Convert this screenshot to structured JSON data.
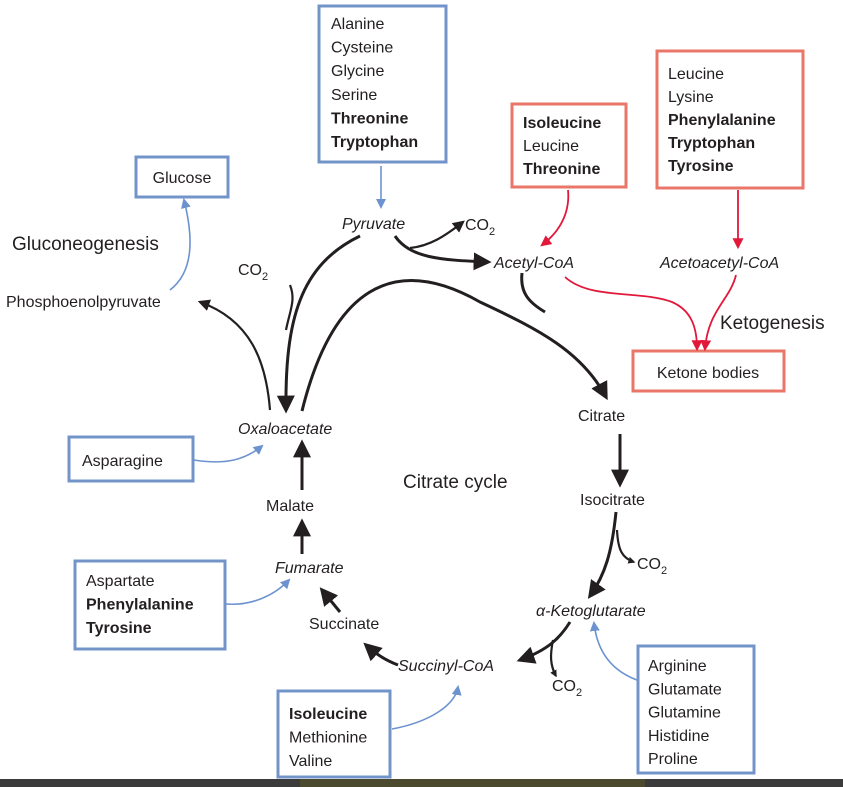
{
  "metabolites": {
    "glucose": "Glucose",
    "gluconeogenesis": "Gluconeogenesis",
    "pep": "Phosphoenolpyruvate",
    "pyruvate": "Pyruvate",
    "acetyl_coa": "Acetyl-CoA",
    "acetoacetyl_coa": "Acetoacetyl-CoA",
    "ketogenesis": "Ketogenesis",
    "ketone_bodies": "Ketone bodies",
    "oxaloacetate": "Oxaloacetate",
    "citrate": "Citrate",
    "citrate_cycle": "Citrate cycle",
    "isocitrate": "Isocitrate",
    "alpha_ketoglutarate": "α-Ketoglutarate",
    "succinyl_coa": "Succinyl-CoA",
    "succinate": "Succinate",
    "fumarate": "Fumarate",
    "malate": "Malate"
  },
  "co2": {
    "base": "CO",
    "sub": "2"
  },
  "amino_acid_groups": {
    "to_pyruvate": [
      {
        "name": "Alanine",
        "bold": false
      },
      {
        "name": "Cysteine",
        "bold": false
      },
      {
        "name": "Glycine",
        "bold": false
      },
      {
        "name": "Serine",
        "bold": false
      },
      {
        "name": "Threonine",
        "bold": true
      },
      {
        "name": "Tryptophan",
        "bold": true
      }
    ],
    "to_acetyl_coa": [
      {
        "name": "Isoleucine",
        "bold": true
      },
      {
        "name": "Leucine",
        "bold": false
      },
      {
        "name": "Threonine",
        "bold": true
      }
    ],
    "to_acetoacetyl_coa": [
      {
        "name": "Leucine",
        "bold": false
      },
      {
        "name": "Lysine",
        "bold": false
      },
      {
        "name": "Phenylalanine",
        "bold": true
      },
      {
        "name": "Tryptophan",
        "bold": true
      },
      {
        "name": "Tyrosine",
        "bold": true
      }
    ],
    "to_oxaloacetate": [
      {
        "name": "Asparagine",
        "bold": false
      }
    ],
    "to_fumarate": [
      {
        "name": "Aspartate",
        "bold": false
      },
      {
        "name": "Phenylalanine",
        "bold": true
      },
      {
        "name": "Tyrosine",
        "bold": true
      }
    ],
    "to_succinyl_coa": [
      {
        "name": "Isoleucine",
        "bold": true
      },
      {
        "name": "Methionine",
        "bold": false
      },
      {
        "name": "Valine",
        "bold": false
      }
    ],
    "to_alpha_ketoglutarate": [
      {
        "name": "Arginine",
        "bold": false
      },
      {
        "name": "Glutamate",
        "bold": false
      },
      {
        "name": "Glutamine",
        "bold": false
      },
      {
        "name": "Histidine",
        "bold": false
      },
      {
        "name": "Proline",
        "bold": false
      }
    ]
  },
  "colors": {
    "glucogenic_box": "#7294c9",
    "ketogenic_box": "#ea766a",
    "glucogenic_arrow": "#6c93cf",
    "ketogenic_arrow": "#e2183a",
    "pathway_arrow": "#231f20"
  }
}
